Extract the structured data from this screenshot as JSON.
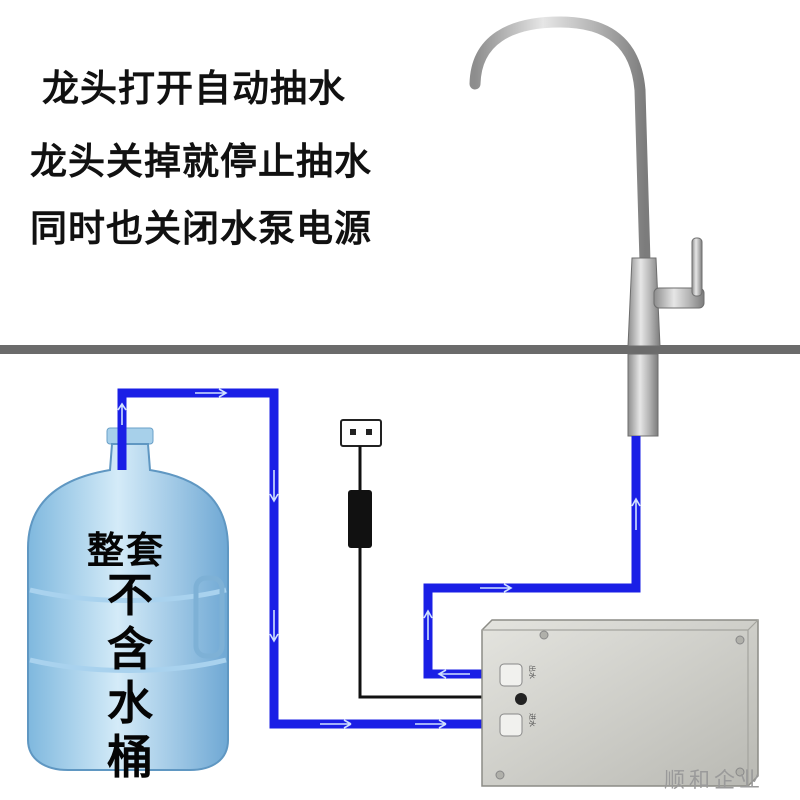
{
  "captions": {
    "line1": "龙头打开自动抽水",
    "line2": "龙头关掉就停止抽水",
    "line3": "同时也关闭水泵电源"
  },
  "bottle": {
    "label_set": "整套",
    "label_excluded": [
      "不",
      "含",
      "水",
      "桶"
    ]
  },
  "pump": {
    "port_outlet": "出水",
    "port_inlet": "进水"
  },
  "watermark": "顺和企业",
  "colors": {
    "pipe": "#1a1fe6",
    "counter": "#6b6b6b",
    "water": "#9fcbe8",
    "pump_body": "#d9d9d4",
    "cable": "#111111"
  }
}
